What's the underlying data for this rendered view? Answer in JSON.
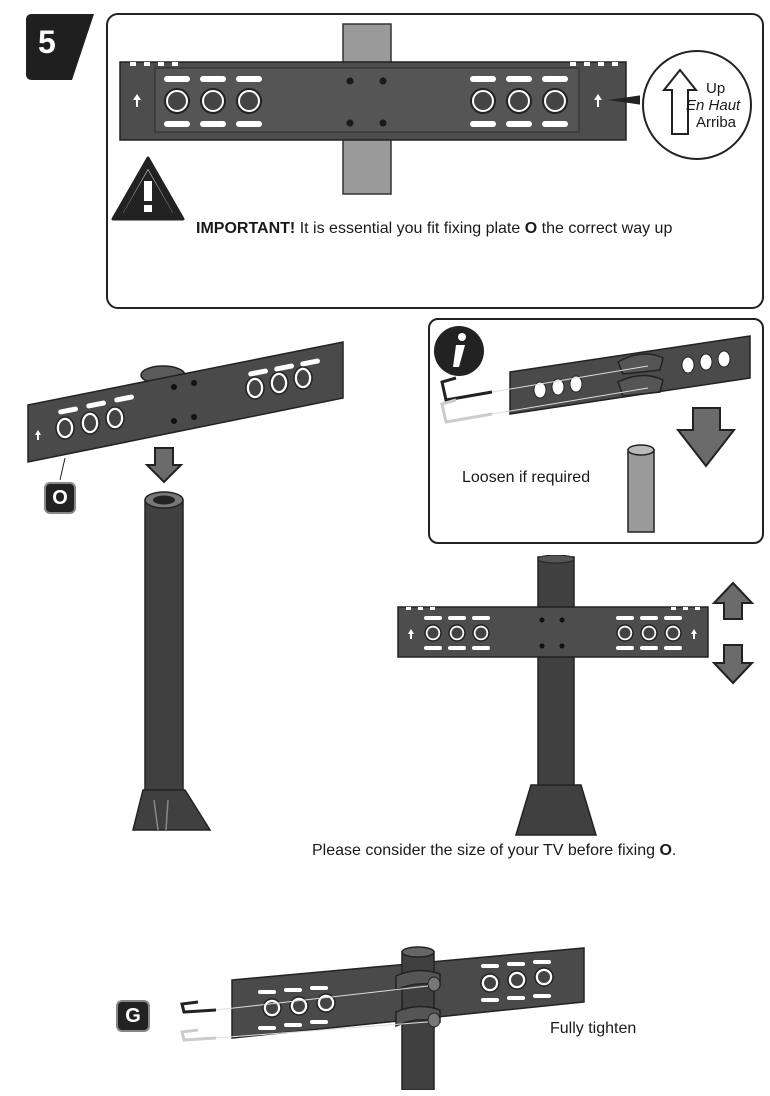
{
  "step": {
    "number": "5"
  },
  "warning_box": {
    "important_label": "IMPORTANT!",
    "important_text_before": "It is essential you fit fixing plate",
    "part_letter": "O",
    "important_text_after": "the correct way up"
  },
  "up_indicator": {
    "lines": [
      "Up",
      "En Haut",
      "Arriba"
    ]
  },
  "info_box": {
    "icon": "i",
    "caption": "Loosen if required"
  },
  "part_labels": {
    "plate": "O",
    "allen_key": "G"
  },
  "consider_note": {
    "text_before": "Please consider the size of your TV before fixing",
    "part_letter": "O",
    "text_after": "."
  },
  "tighten_note": {
    "text": "Fully tighten"
  },
  "colors": {
    "plate_dark": "#4a4a4a",
    "pole_dark": "#3f3f3f",
    "pole_light": "#9a9a9a",
    "arrow_fill": "#6b6b6b"
  }
}
